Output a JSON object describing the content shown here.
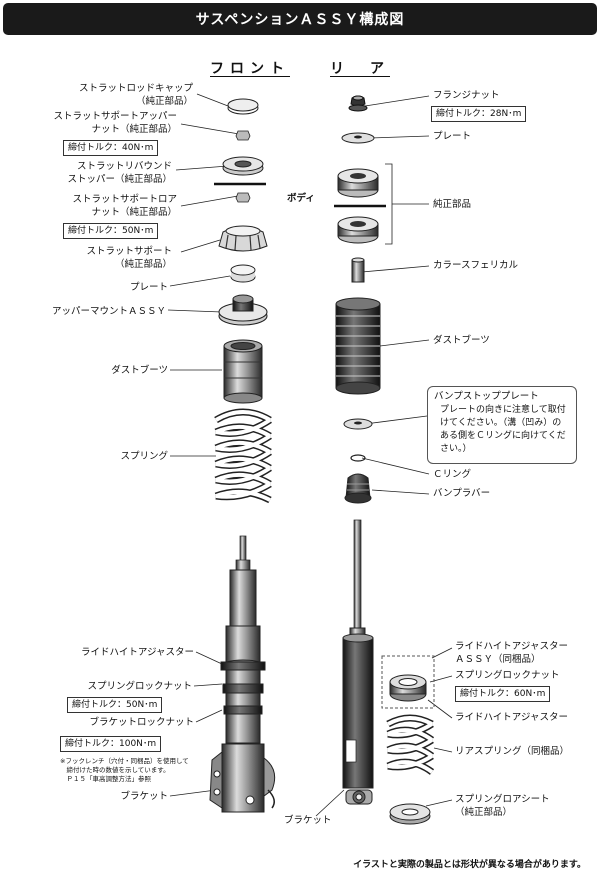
{
  "title": "サスペンションＡＳＳＹ構成図",
  "headers": {
    "front": "フロント",
    "rear": "リ　ア"
  },
  "front": {
    "strut_rod_cap": [
      "ストラットロッドキャップ",
      "（純正部品）"
    ],
    "strut_support_upper_nut": [
      "ストラットサポートアッパー",
      "ナット（純正部品）"
    ],
    "torque_upper_nut": "締付トルク：40N･m",
    "strut_rebound_stopper": [
      "ストラットリバウンド",
      "ストッパー（純正部品）"
    ],
    "strut_support_lower_nut": [
      "ストラットサポートロア",
      "ナット（純正部品）"
    ],
    "torque_lower_nut": "締付トルク：50N･m",
    "strut_support": [
      "ストラットサポート",
      "（純正部品）"
    ],
    "plate": "プレート",
    "upper_mount": "アッパーマウントＡＳＳＹ",
    "dust_boot": "ダストブーツ",
    "spring": "スプリング",
    "ride_height_adjuster": "ライドハイトアジャスター",
    "spring_lock_nut": "スプリングロックナット",
    "torque_spring_lock_nut": "締付トルク：50N･m",
    "bracket_lock_nut": "ブラケットロックナット",
    "torque_bracket_lock_nut": "締付トルク：100N･m",
    "footnote": [
      "※フックレンチ（穴付・同梱品）を使用して",
      "　締付けた時の数値を示しています。",
      "　Ｐ１５「車高調整方法」参照"
    ],
    "bracket": "ブラケット"
  },
  "body_label": "ボディ",
  "rear": {
    "flange_nut": "フランジナット",
    "torque_flange_nut": "締付トルク：28N･m",
    "plate": "プレート",
    "genuine_parts": "純正部品",
    "collar_spherical": "カラースフェリカル",
    "dust_boot": "ダストブーツ",
    "bump_stop_plate_title": "バンプストッププレート",
    "bump_stop_plate_note": "プレートの向きに注意して取付けてください。（溝（凹み）のある側をＣリングに向けてください。）",
    "c_ring": "Ｃリング",
    "bump_rubber": "バンプラバー",
    "ride_height_adjuster_assy": [
      "ライドハイトアジャスター",
      "ＡＳＳＹ（同梱品）"
    ],
    "spring_lock_nut": "スプリングロックナット",
    "torque_spring_lock_nut": "締付トルク：60N･m",
    "ride_height_adjuster": "ライドハイトアジャスター",
    "rear_spring": "リアスプリング（同梱品）",
    "spring_lower_seat": [
      "スプリングロアシート",
      "（純正部品）"
    ],
    "bracket": "ブラケット"
  },
  "disclaimer": "イラストと実際の製品とは形状が異なる場合があります。"
}
